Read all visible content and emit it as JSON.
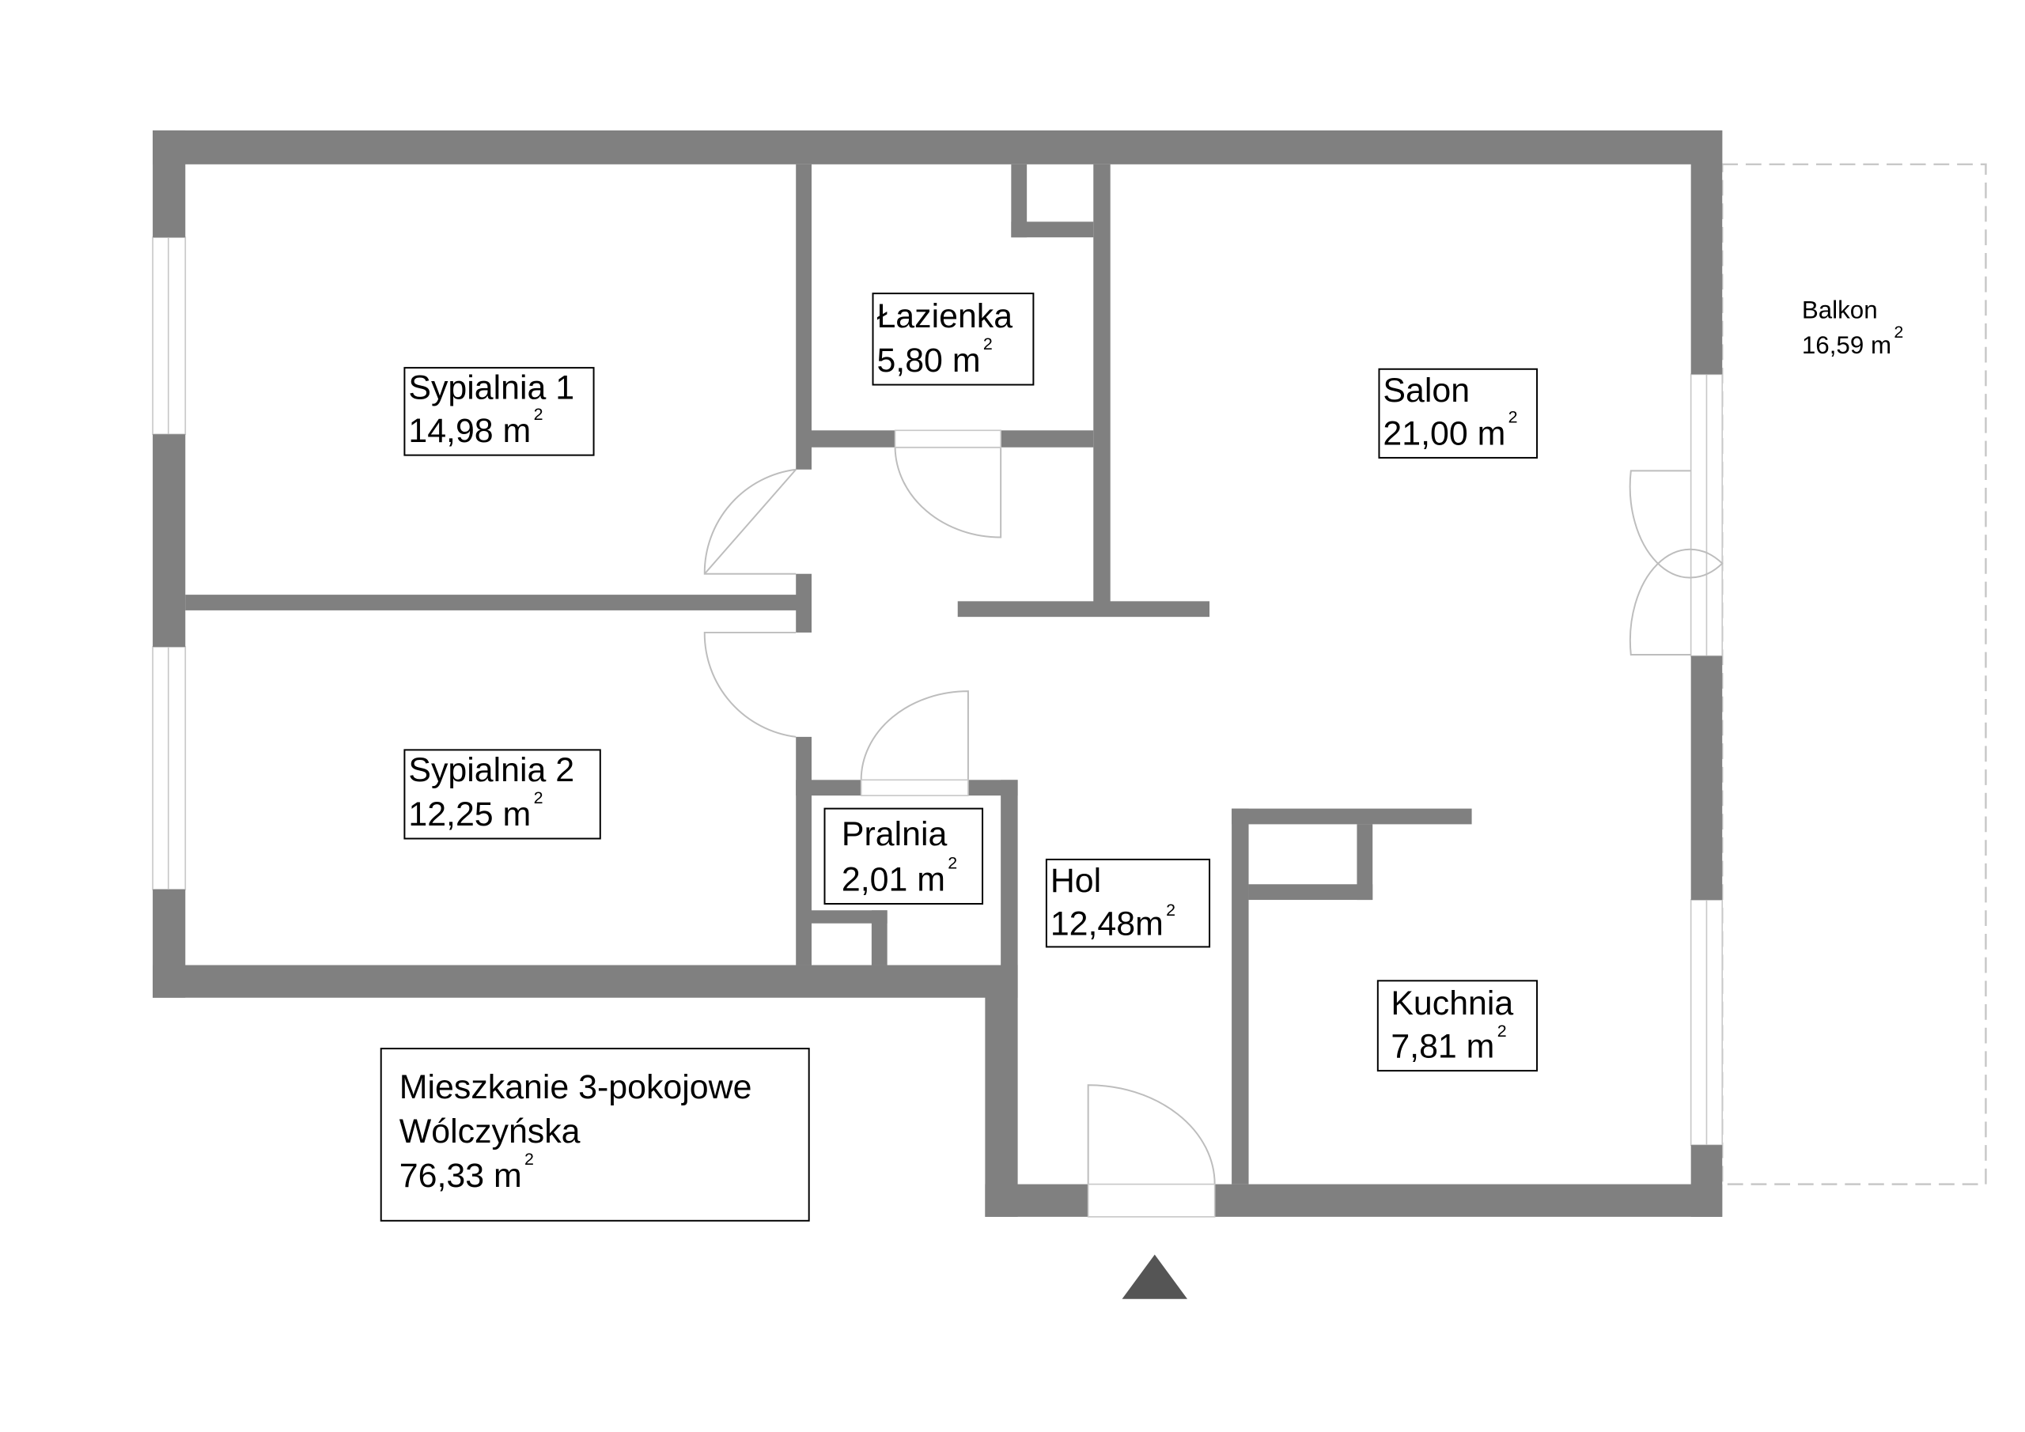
{
  "rooms": {
    "sypialnia1": {
      "name": "Sypialnia 1",
      "area": "14,98 m",
      "unit_sup": "2"
    },
    "lazienka": {
      "name": "Łazienka",
      "area": "5,80 m",
      "unit_sup": "2"
    },
    "salon": {
      "name": "Salon",
      "area": "21,00 m",
      "unit_sup": "2"
    },
    "sypialnia2": {
      "name": "Sypialnia 2",
      "area": "12,25 m",
      "unit_sup": "2"
    },
    "pralnia": {
      "name": "Pralnia",
      "area": "2,01 m",
      "unit_sup": "2"
    },
    "hol": {
      "name": "Hol",
      "area": "12,48m",
      "unit_sup": "2"
    },
    "kuchnia": {
      "name": "Kuchnia",
      "area": "7,81 m",
      "unit_sup": "2"
    },
    "balkon": {
      "name": "Balkon",
      "area": "16,59 m",
      "unit_sup": "2"
    }
  },
  "summary": {
    "line1": "Mieszkanie 3-pokojowe",
    "line2": "Wólczyńska",
    "area": "76,33 m",
    "unit_sup": "2"
  },
  "colors": {
    "wall": "#808080",
    "entrance_marker": "#555555"
  },
  "icons": {
    "entrance": "entrance-triangle-icon"
  }
}
